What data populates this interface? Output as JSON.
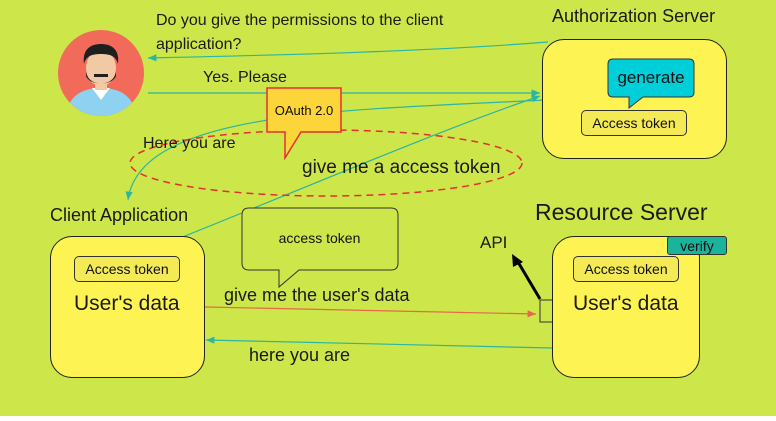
{
  "diagram": {
    "question": [
      "Do you give the permissions to the client",
      "application?"
    ],
    "reply": "Yes. Please",
    "here_you_are_1": "Here you are",
    "oauth_label": "OAuth 2.0",
    "request_token": "give me a access token",
    "auth_server": {
      "title": "Authorization Server",
      "generate": "generate",
      "access_token": "Access token"
    },
    "client_app": {
      "title": "Client Application",
      "access_token": "Access token",
      "data": "User's data"
    },
    "resource_server": {
      "title": "Resource Server",
      "access_token": "Access token",
      "data": "User's data",
      "verify": "verify"
    },
    "api_label": "API",
    "access_token_bubble": "access token",
    "request_data": "give me the user's data",
    "here_you_are_2": "here you are",
    "colors": {
      "background": "#cde649",
      "box_fill": "#fdf352",
      "generate_fill": "#00cfd9",
      "verify_fill": "#1ab39b",
      "avatar_circle": "#f26a5a",
      "oauth_bubble_border": "#e53030",
      "ellipse_dash": "#e53030",
      "arrow_teal": "#2bb5a2",
      "arrow_red": "#e8664a"
    }
  }
}
